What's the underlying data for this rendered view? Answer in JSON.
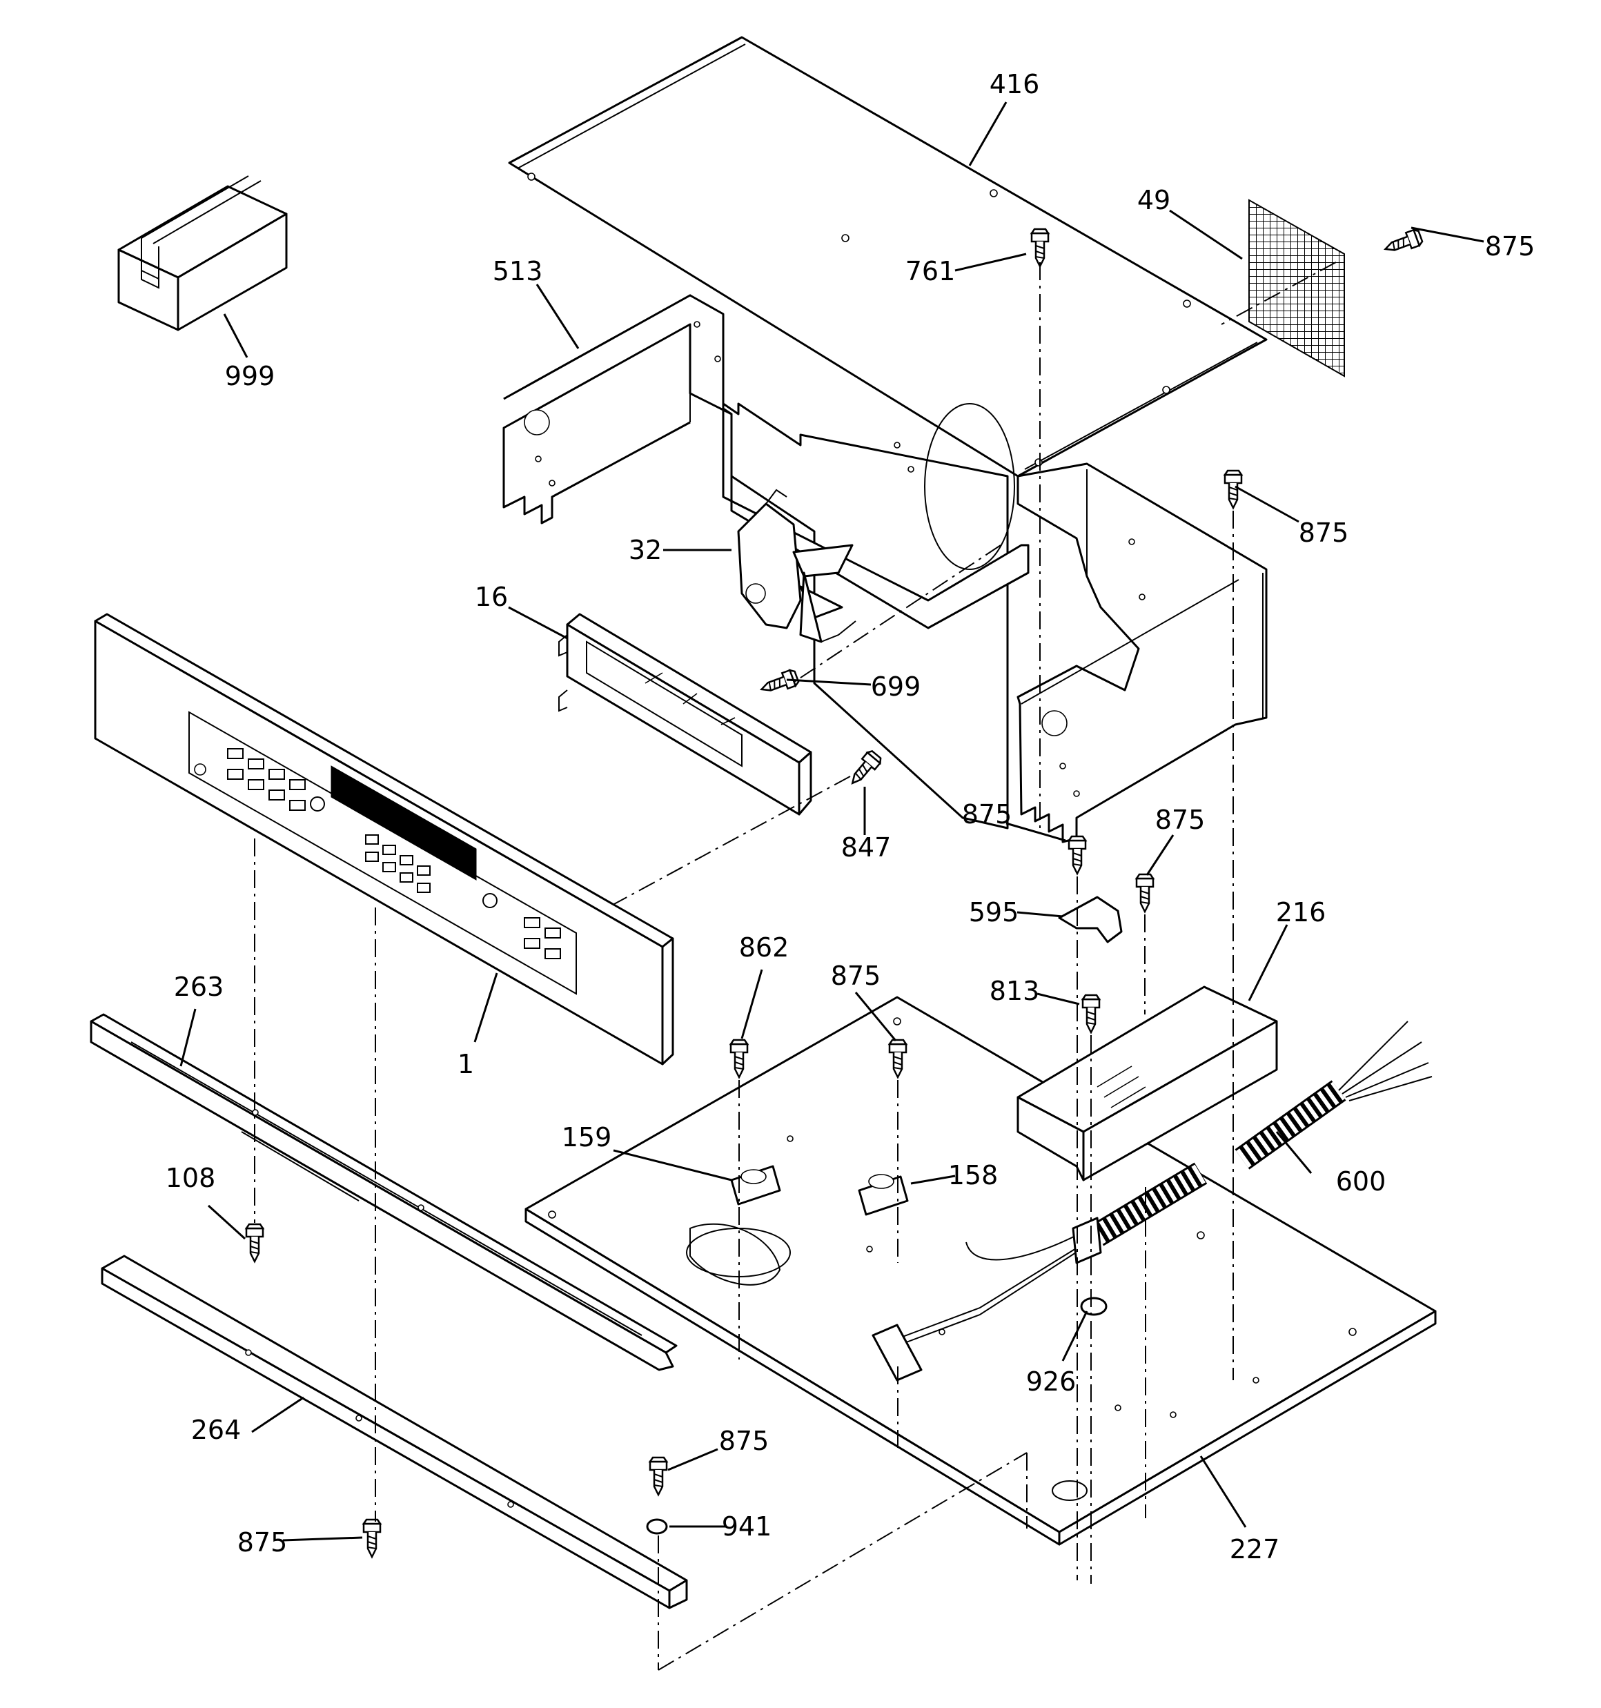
{
  "callouts": [
    {
      "id": "p416",
      "label": "416"
    },
    {
      "id": "p49",
      "label": "49"
    },
    {
      "id": "p875a",
      "label": "875"
    },
    {
      "id": "p513",
      "label": "513"
    },
    {
      "id": "p761",
      "label": "761"
    },
    {
      "id": "p999",
      "label": "999"
    },
    {
      "id": "p875b",
      "label": "875"
    },
    {
      "id": "p32",
      "label": "32"
    },
    {
      "id": "p16",
      "label": "16"
    },
    {
      "id": "p699",
      "label": "699"
    },
    {
      "id": "p847",
      "label": "847"
    },
    {
      "id": "p875c",
      "label": "875"
    },
    {
      "id": "p875d",
      "label": "875"
    },
    {
      "id": "p595",
      "label": "595"
    },
    {
      "id": "p216",
      "label": "216"
    },
    {
      "id": "p862",
      "label": "862"
    },
    {
      "id": "p875e",
      "label": "875"
    },
    {
      "id": "p813",
      "label": "813"
    },
    {
      "id": "p263",
      "label": "263"
    },
    {
      "id": "p1",
      "label": "1"
    },
    {
      "id": "p159",
      "label": "159"
    },
    {
      "id": "p158",
      "label": "158"
    },
    {
      "id": "p600",
      "label": "600"
    },
    {
      "id": "p108",
      "label": "108"
    },
    {
      "id": "p926",
      "label": "926"
    },
    {
      "id": "p264",
      "label": "264"
    },
    {
      "id": "p875f",
      "label": "875"
    },
    {
      "id": "p941",
      "label": "941"
    },
    {
      "id": "p875g",
      "label": "875"
    },
    {
      "id": "p227",
      "label": "227"
    }
  ],
  "colors": {
    "ink": "#000000",
    "paper": "#ffffff"
  }
}
